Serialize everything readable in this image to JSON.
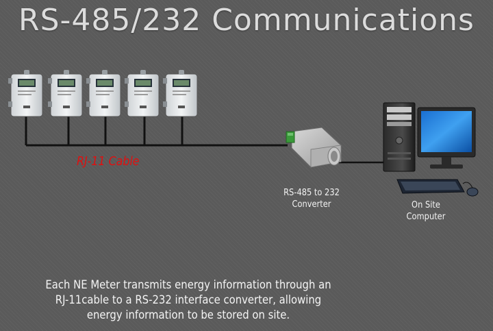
{
  "title": "RS-485/232 Communications",
  "cable_label": "RJ-11 Cable",
  "converter_label": [
    "RS-485 to 232",
    "Converter"
  ],
  "computer_label": [
    "On Site",
    "Computer"
  ],
  "caption": [
    "Each NE Meter transmits energy information through an",
    "RJ-11cable to a RS-232 interface converter, allowing",
    "energy information to be stored on site."
  ]
}
